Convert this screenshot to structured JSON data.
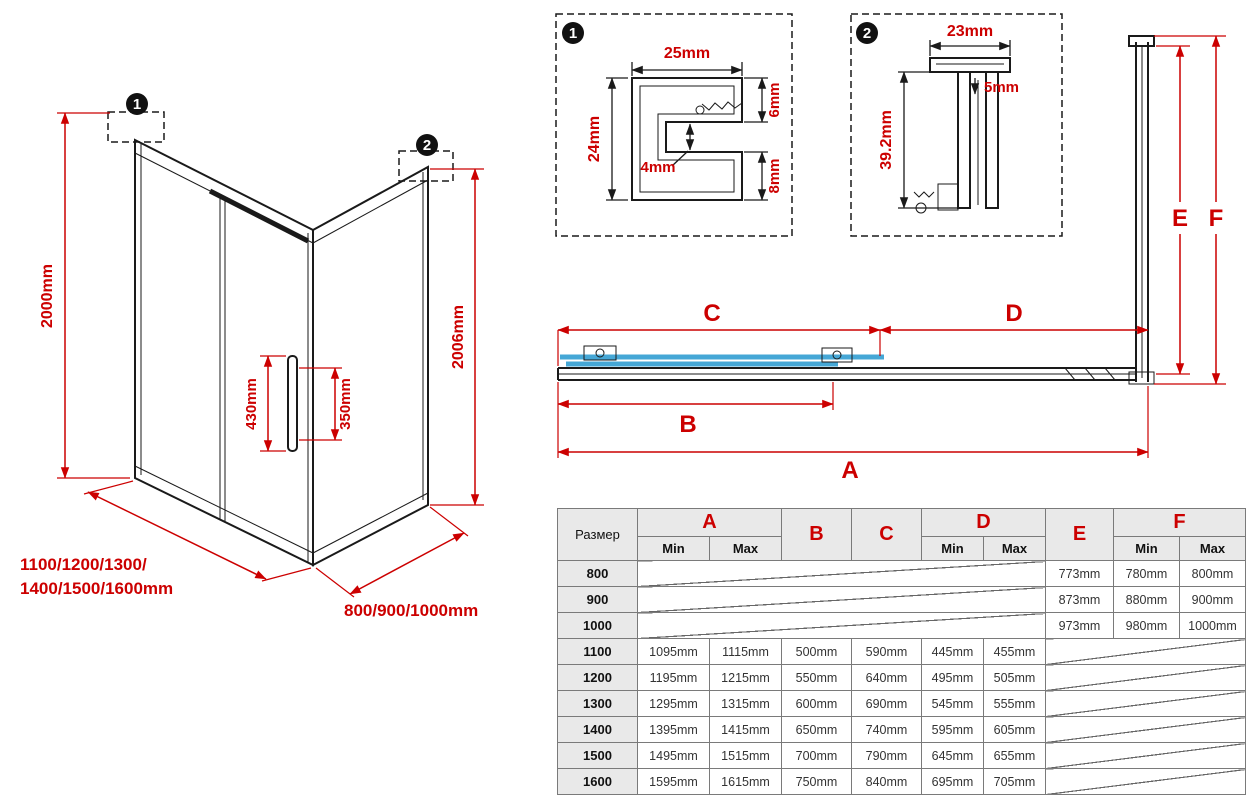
{
  "colors": {
    "red": "#cc0000",
    "black": "#1a1a1a",
    "blue": "#45a7d6",
    "header_bg": "#e9e9e9"
  },
  "iso": {
    "marker1": "1",
    "marker2": "2",
    "dim_height_left": "2000mm",
    "dim_height_right": "2006mm",
    "dim_handle_left": "430mm",
    "dim_handle_right": "350mm",
    "dim_width_line1": "1100/1200/1300/",
    "dim_width_line2": "1400/1500/1600mm",
    "dim_depth": "800/900/1000mm"
  },
  "detail1": {
    "marker": "1",
    "dim_top": "25mm",
    "dim_left": "24mm",
    "dim_inner": "4mm",
    "dim_right_top": "6mm",
    "dim_right_bottom": "8mm"
  },
  "detail2": {
    "marker": "2",
    "dim_top": "23mm",
    "dim_inner": "5mm",
    "dim_left": "39.2mm"
  },
  "section": {
    "dim_c": "C",
    "dim_d": "D",
    "dim_b": "B",
    "dim_a": "A",
    "dim_e": "E",
    "dim_f": "F"
  },
  "table": {
    "size_header": "Размер",
    "min_label": "Min",
    "max_label": "Max",
    "col_a": "A",
    "col_b": "B",
    "col_c": "C",
    "col_d": "D",
    "col_e": "E",
    "col_f": "F",
    "rows": [
      {
        "size": "800",
        "e": "773mm",
        "f_min": "780mm",
        "f_max": "800mm"
      },
      {
        "size": "900",
        "e": "873mm",
        "f_min": "880mm",
        "f_max": "900mm"
      },
      {
        "size": "1000",
        "e": "973mm",
        "f_min": "980mm",
        "f_max": "1000mm"
      },
      {
        "size": "1100",
        "a_min": "1095mm",
        "a_max": "1115mm",
        "b": "500mm",
        "c": "590mm",
        "d_min": "445mm",
        "d_max": "455mm"
      },
      {
        "size": "1200",
        "a_min": "1195mm",
        "a_max": "1215mm",
        "b": "550mm",
        "c": "640mm",
        "d_min": "495mm",
        "d_max": "505mm"
      },
      {
        "size": "1300",
        "a_min": "1295mm",
        "a_max": "1315mm",
        "b": "600mm",
        "c": "690mm",
        "d_min": "545mm",
        "d_max": "555mm"
      },
      {
        "size": "1400",
        "a_min": "1395mm",
        "a_max": "1415mm",
        "b": "650mm",
        "c": "740mm",
        "d_min": "595mm",
        "d_max": "605mm"
      },
      {
        "size": "1500",
        "a_min": "1495mm",
        "a_max": "1515mm",
        "b": "700mm",
        "c": "790mm",
        "d_min": "645mm",
        "d_max": "655mm"
      },
      {
        "size": "1600",
        "a_min": "1595mm",
        "a_max": "1615mm",
        "b": "750mm",
        "c": "840mm",
        "d_min": "695mm",
        "d_max": "705mm"
      }
    ]
  }
}
